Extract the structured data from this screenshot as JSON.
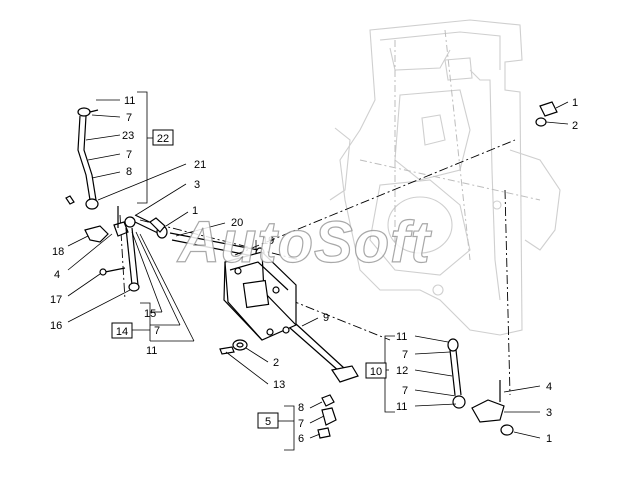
{
  "watermark": "AutoSoft",
  "labels": {
    "l11a": "11",
    "l7a": "7",
    "l23": "23",
    "l7b": "7",
    "l8a": "8",
    "l21": "21",
    "l3a": "3",
    "l18": "18",
    "l4a": "4",
    "l17": "17",
    "l16": "16",
    "l15": "15",
    "l7c": "7",
    "l11b": "11",
    "l1a": "1",
    "l20": "20",
    "l19": "19",
    "l9": "9",
    "l2a": "2",
    "l13": "13",
    "l8b": "8",
    "l7d": "7",
    "l6": "6",
    "l1b": "1",
    "l2b": "2",
    "l11c": "11",
    "l7e": "7",
    "l12": "12",
    "l7f": "7",
    "l11d": "11",
    "l4b": "4",
    "l3b": "3",
    "l1c": "1"
  },
  "boxes": {
    "b22": "22",
    "b14": "14",
    "b5": "5",
    "b10": "10"
  }
}
